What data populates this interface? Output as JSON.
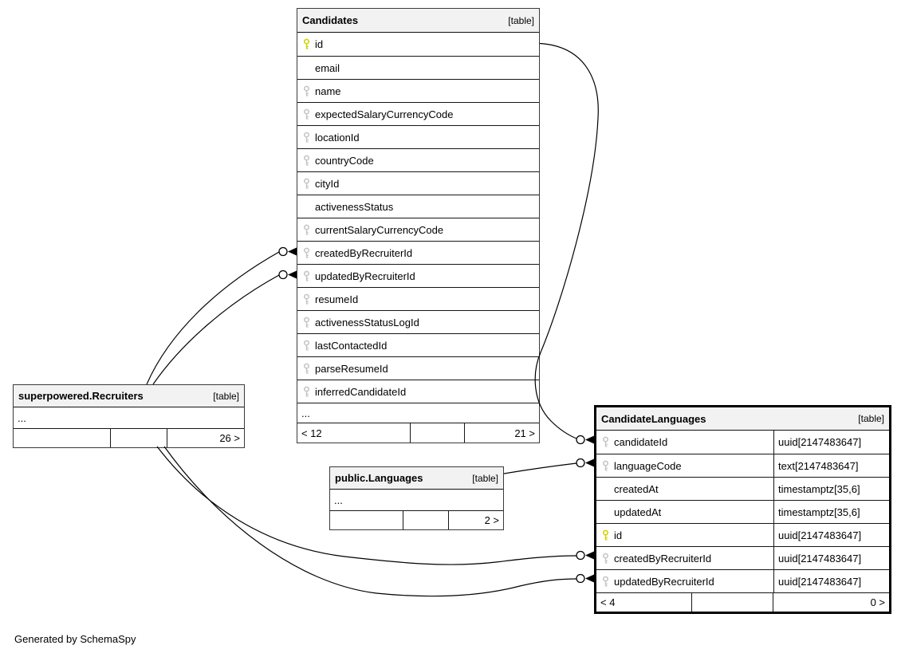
{
  "page": {
    "footer_note": "Generated by SchemaSpy"
  },
  "colors": {
    "primary_key": "#d2d200",
    "foreign_key": "#c6c6c6",
    "header_bg": "#f2f2f2",
    "table_border": "#3a3a3a",
    "focus_border": "#000000"
  },
  "tables": {
    "candidates": {
      "title": "Candidates",
      "tag": "[table]",
      "columns": [
        {
          "name": "id",
          "key": "pk"
        },
        {
          "name": "email",
          "key": "none"
        },
        {
          "name": "name",
          "key": "fk"
        },
        {
          "name": "expectedSalaryCurrencyCode",
          "key": "fk"
        },
        {
          "name": "locationId",
          "key": "fk"
        },
        {
          "name": "countryCode",
          "key": "fk"
        },
        {
          "name": "cityId",
          "key": "fk"
        },
        {
          "name": "activenessStatus",
          "key": "none"
        },
        {
          "name": "currentSalaryCurrencyCode",
          "key": "fk"
        },
        {
          "name": "createdByRecruiterId",
          "key": "fk"
        },
        {
          "name": "updatedByRecruiterId",
          "key": "fk"
        },
        {
          "name": "resumeId",
          "key": "fk"
        },
        {
          "name": "activenessStatusLogId",
          "key": "fk"
        },
        {
          "name": "lastContactedId",
          "key": "fk"
        },
        {
          "name": "parseResumeId",
          "key": "fk"
        },
        {
          "name": "inferredCandidateId",
          "key": "fk"
        }
      ],
      "ellipsis": "...",
      "footer": {
        "left": "< 12",
        "middle": "",
        "right": "21 >"
      }
    },
    "recruiters": {
      "title": "superpowered.Recruiters",
      "tag": "[table]",
      "ellipsis": "...",
      "footer": {
        "left": "",
        "middle": "",
        "right": "26 >"
      }
    },
    "languages": {
      "title": "public.Languages",
      "tag": "[table]",
      "ellipsis": "...",
      "footer": {
        "left": "",
        "middle": "",
        "right": "2 >"
      }
    },
    "candidate_languages": {
      "title": "CandidateLanguages",
      "tag": "[table]",
      "columns": [
        {
          "name": "candidateId",
          "type": "uuid[2147483647]",
          "key": "fk"
        },
        {
          "name": "languageCode",
          "type": "text[2147483647]",
          "key": "fk"
        },
        {
          "name": "createdAt",
          "type": "timestamptz[35,6]",
          "key": "none"
        },
        {
          "name": "updatedAt",
          "type": "timestamptz[35,6]",
          "key": "none"
        },
        {
          "name": "id",
          "type": "uuid[2147483647]",
          "key": "pk"
        },
        {
          "name": "createdByRecruiterId",
          "type": "uuid[2147483647]",
          "key": "fk"
        },
        {
          "name": "updatedByRecruiterId",
          "type": "uuid[2147483647]",
          "key": "fk"
        }
      ],
      "footer": {
        "left": "< 4",
        "middle": "",
        "right": "0 >"
      }
    }
  },
  "relationships": [
    {
      "from": "Candidates.id",
      "to": "CandidateLanguages.candidateId"
    },
    {
      "from": "public.Languages",
      "to": "CandidateLanguages.languageCode"
    },
    {
      "from": "superpowered.Recruiters",
      "to": "Candidates.createdByRecruiterId"
    },
    {
      "from": "superpowered.Recruiters",
      "to": "Candidates.updatedByRecruiterId"
    },
    {
      "from": "superpowered.Recruiters",
      "to": "CandidateLanguages.createdByRecruiterId"
    },
    {
      "from": "superpowered.Recruiters",
      "to": "CandidateLanguages.updatedByRecruiterId"
    }
  ]
}
